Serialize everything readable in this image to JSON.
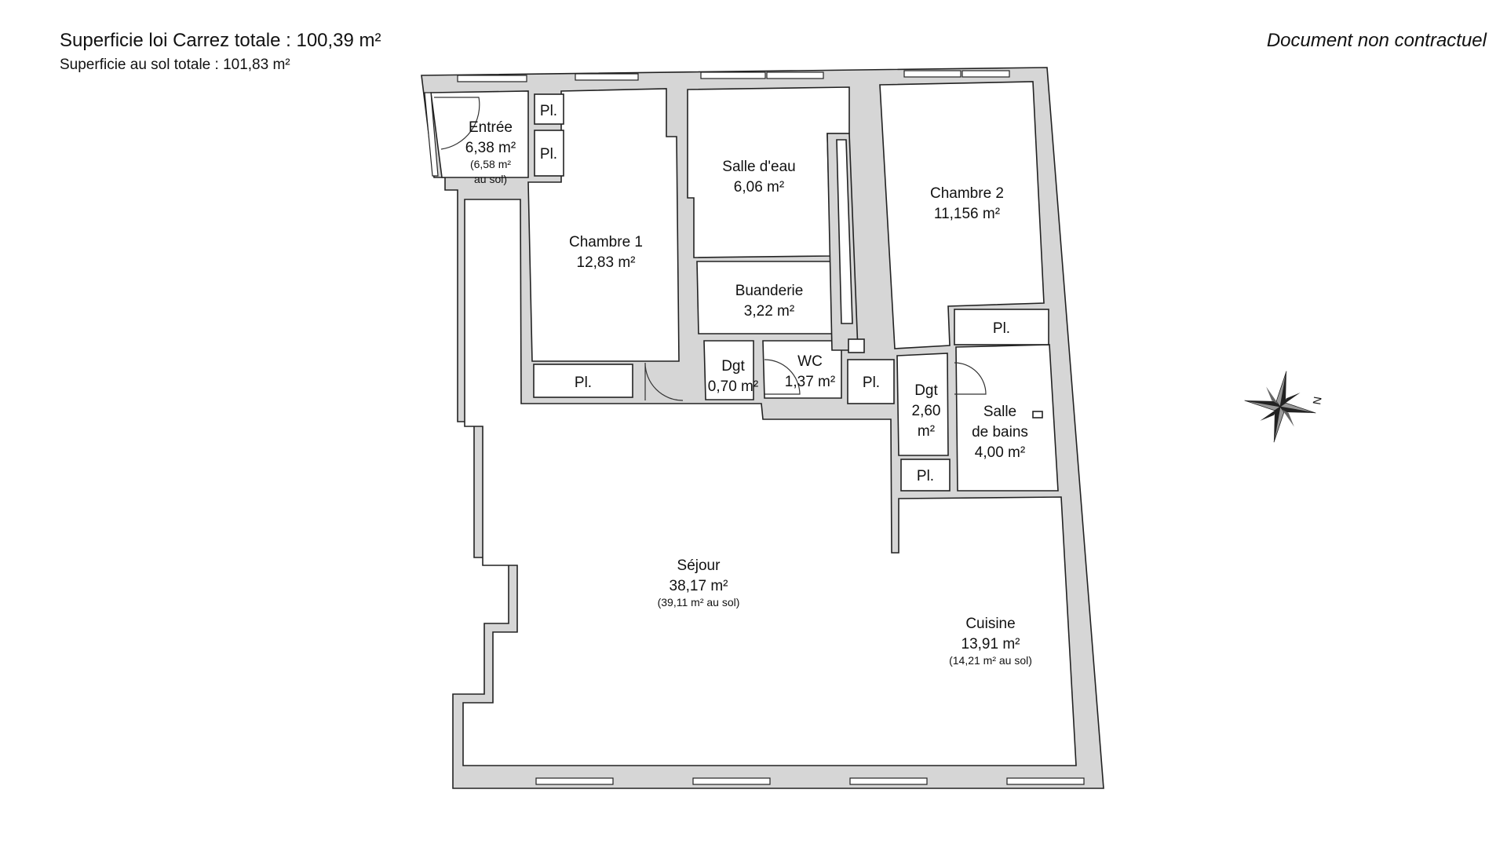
{
  "header": {
    "carrez": "Superficie loi Carrez totale :  100,39 m²",
    "sol": "Superficie au sol totale :  101,83 m²",
    "disclaimer": "Document non contractuel"
  },
  "rooms": {
    "entree": {
      "name": "Entrée",
      "area": "6,38 m²",
      "sub1": "(6,58 m²",
      "sub2": "au sol)"
    },
    "chambre1": {
      "name": "Chambre 1",
      "area": "12,83 m²"
    },
    "salle_eau": {
      "name": "Salle d'eau",
      "area": "6,06 m²"
    },
    "chambre2": {
      "name": "Chambre 2",
      "area": "11,156 m²"
    },
    "buanderie": {
      "name": "Buanderie",
      "area": "3,22 m²"
    },
    "dgt1": {
      "name": "Dgt",
      "area": "0,70 m²"
    },
    "wc": {
      "name": "WC",
      "area": "1,37 m²"
    },
    "dgt2": {
      "name": "Dgt",
      "area1": "2,60",
      "area2": "m²"
    },
    "sdb": {
      "name1": "Salle",
      "name2": "de bains",
      "area": "4,00 m²"
    },
    "sejour": {
      "name": "Séjour",
      "area": "38,17 m²",
      "sub": "(39,11 m² au sol)"
    },
    "cuisine": {
      "name": "Cuisine",
      "area": "13,91 m²",
      "sub": "(14,21 m² au sol)"
    }
  },
  "placard_label": "Pl.",
  "compass": {
    "north": "N"
  }
}
